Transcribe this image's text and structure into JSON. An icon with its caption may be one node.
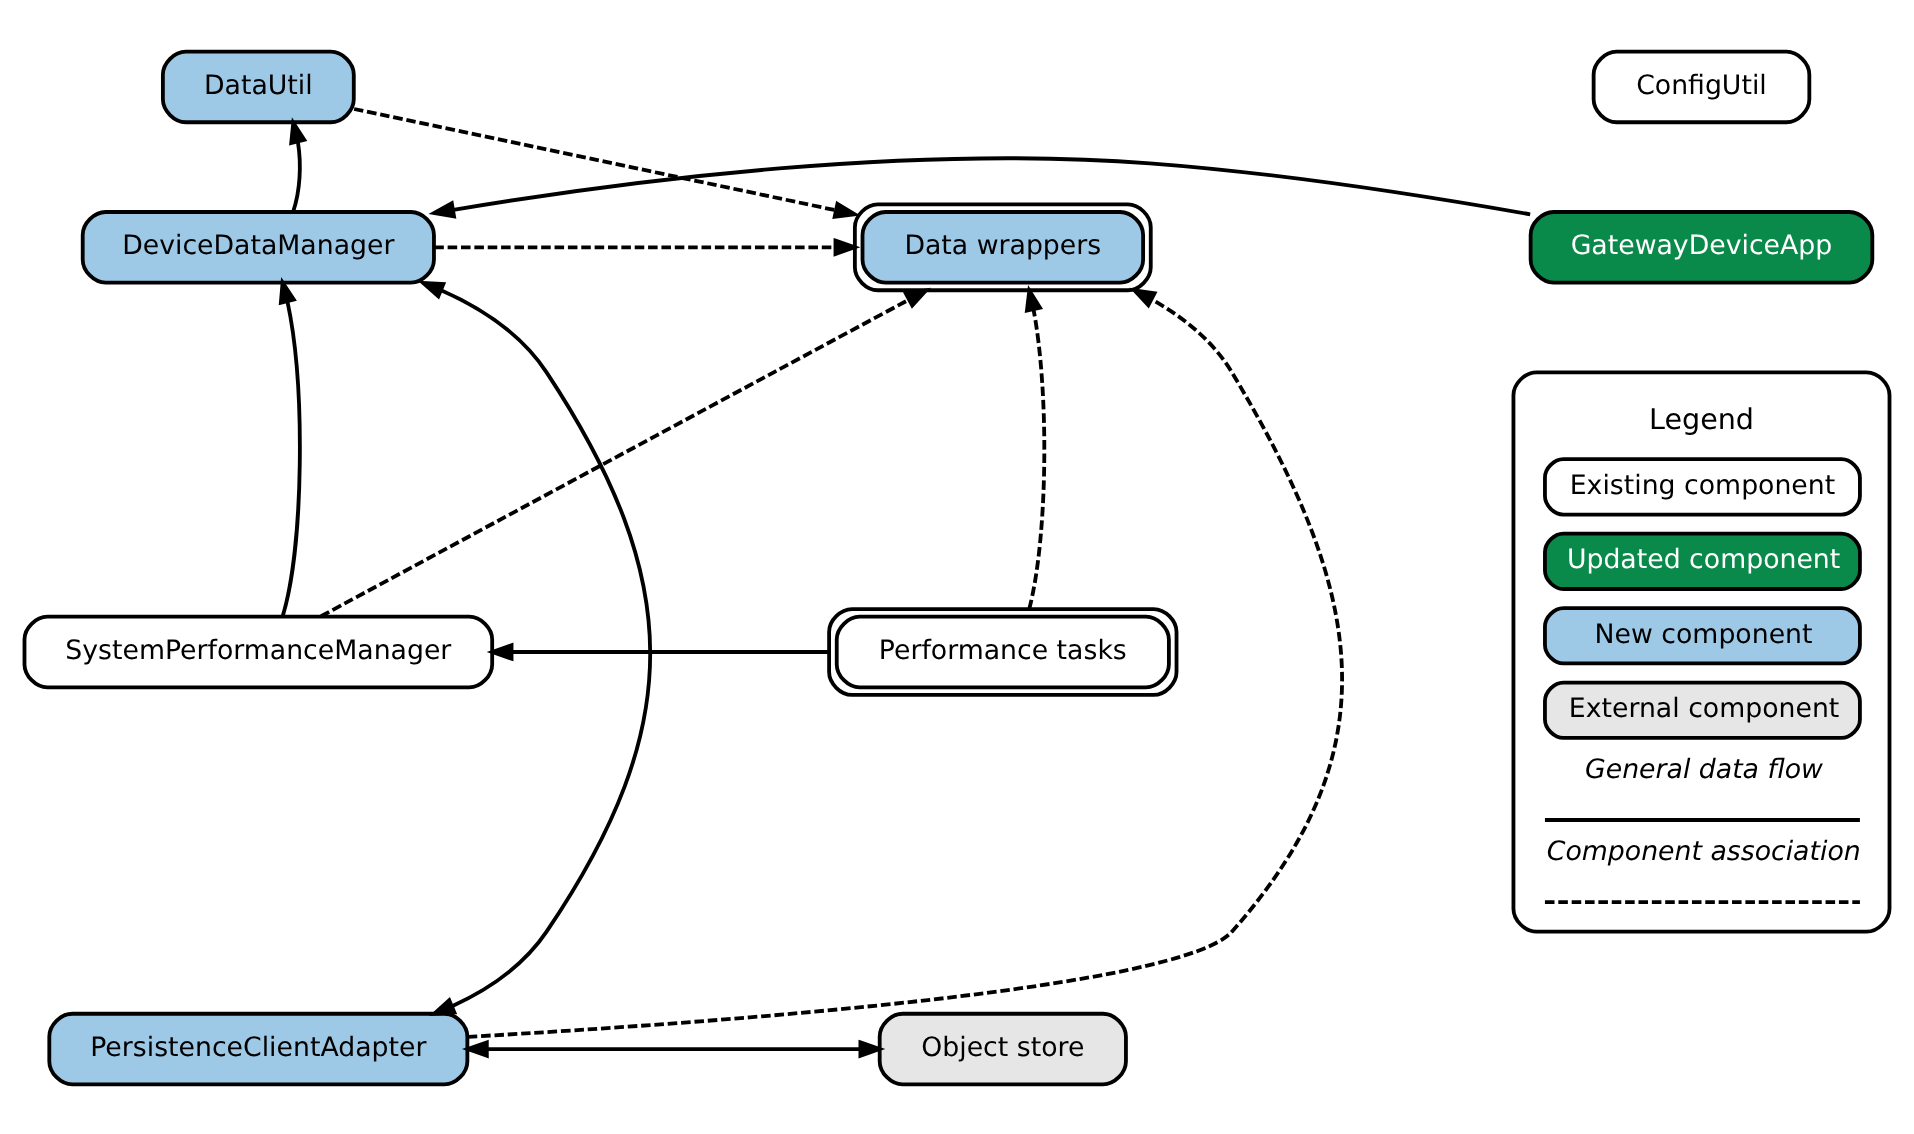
{
  "diagram": {
    "nodes": [
      {
        "text": [
          "DataUtil"
        ]
      },
      {
        "text": [
          "ConfigUtil"
        ]
      },
      {
        "text": [
          "GatewayDeviceApp"
        ]
      },
      {
        "text": [
          "DeviceDataManager"
        ]
      },
      {
        "text": [
          "Data wrappers"
        ]
      },
      {
        "text": [
          "SystemPerformanceManager"
        ]
      },
      {
        "text": [
          "Performance tasks"
        ]
      },
      {
        "text": [
          "PersistenceClientAdapter"
        ]
      },
      {
        "text": [
          "Object store"
        ]
      }
    ],
    "edges": [
      {
        "from": 3,
        "to": 0,
        "arrow": "to"
      },
      {
        "from": 0,
        "to": 4,
        "arrow": "to",
        "style": "dashed"
      },
      {
        "from": 2,
        "to": 3,
        "arrow": "to"
      },
      {
        "from": 3,
        "to": 4,
        "arrow": "to",
        "style": "dashed"
      },
      {
        "from": 5,
        "to": 4,
        "arrow": "to",
        "style": "dashed"
      },
      {
        "from": 7,
        "to": 4,
        "arrow": "to",
        "style": "dashed"
      },
      {
        "from": 6,
        "to": 4,
        "arrow": "to",
        "style": "dashed"
      },
      {
        "from": 5,
        "to": 3,
        "arrow": "to"
      },
      {
        "from": 6,
        "to": 5,
        "arrow": "to"
      },
      {
        "from": 7,
        "to": 3,
        "arrow": "both"
      },
      {
        "from": 7,
        "to": 8,
        "arrow": "both"
      }
    ],
    "labels": [
      "Legend"
    ],
    "legend": [
      {
        "text": "Existing component",
        "color": "#ffffff"
      },
      {
        "text": "Updated component",
        "color": "#0a8a4a"
      },
      {
        "text": "New component",
        "color": "#9dc8e6"
      },
      {
        "text": "External component",
        "color": "#e6e6e6"
      },
      {
        "text": "General data flow"
      },
      {
        "text": "Component association"
      }
    ]
  }
}
